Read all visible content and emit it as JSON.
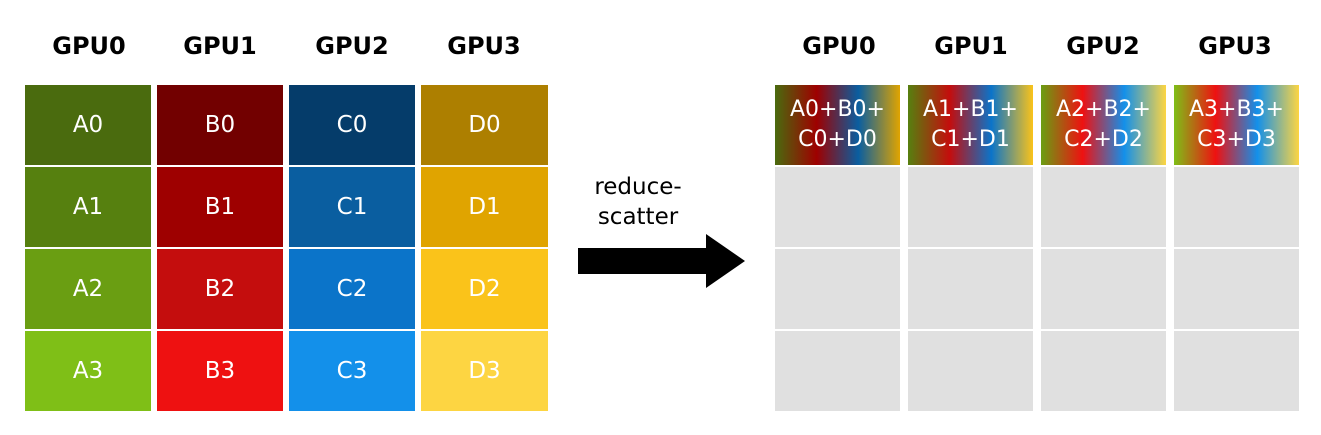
{
  "left": {
    "headers": [
      "GPU0",
      "GPU1",
      "GPU2",
      "GPU3"
    ],
    "columns": [
      {
        "cells": [
          "A0",
          "A1",
          "A2",
          "A3"
        ],
        "colors": [
          "#4a6b0e",
          "#56800f",
          "#6a9e12",
          "#7fbf17"
        ]
      },
      {
        "cells": [
          "B0",
          "B1",
          "B2",
          "B3"
        ],
        "colors": [
          "#720000",
          "#9e0000",
          "#c40d0d",
          "#ee1111"
        ]
      },
      {
        "cells": [
          "C0",
          "C1",
          "C2",
          "C3"
        ],
        "colors": [
          "#053c6a",
          "#0a5ea0",
          "#0b74c9",
          "#1390ea"
        ]
      },
      {
        "cells": [
          "D0",
          "D1",
          "D2",
          "D3"
        ],
        "colors": [
          "#ad7f00",
          "#e0a400",
          "#fac31a",
          "#fdd542"
        ]
      }
    ]
  },
  "operation": {
    "label": "reduce-\nscatter"
  },
  "right": {
    "headers": [
      "GPU0",
      "GPU1",
      "GPU2",
      "GPU3"
    ],
    "results": [
      {
        "text": "A0+B0+\nC0+D0",
        "gradient": [
          "#4a6b0e",
          "#9e0000",
          "#0a5ea0",
          "#e0a400"
        ]
      },
      {
        "text": "A1+B1+\nC1+D1",
        "gradient": [
          "#56800f",
          "#c40d0d",
          "#0b74c9",
          "#fac31a"
        ]
      },
      {
        "text": "A2+B2+\nC2+D2",
        "gradient": [
          "#6a9e12",
          "#ee1111",
          "#1390ea",
          "#fdd542"
        ]
      },
      {
        "text": "A3+B3+\nC3+D3",
        "gradient": [
          "#7fbf17",
          "#ee1111",
          "#1390ea",
          "#fdd542"
        ]
      }
    ],
    "empty_color": "#e0e0e0"
  }
}
